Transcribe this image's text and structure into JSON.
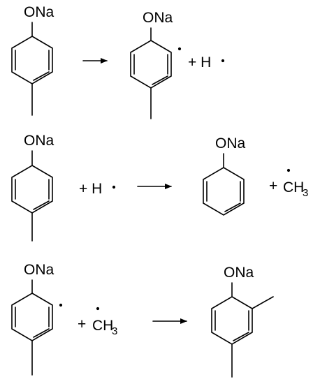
{
  "labels": {
    "ona": "ONa",
    "plus_h": "+ H",
    "plus": "+",
    "ch": "CH",
    "ch_sub": "3"
  }
}
